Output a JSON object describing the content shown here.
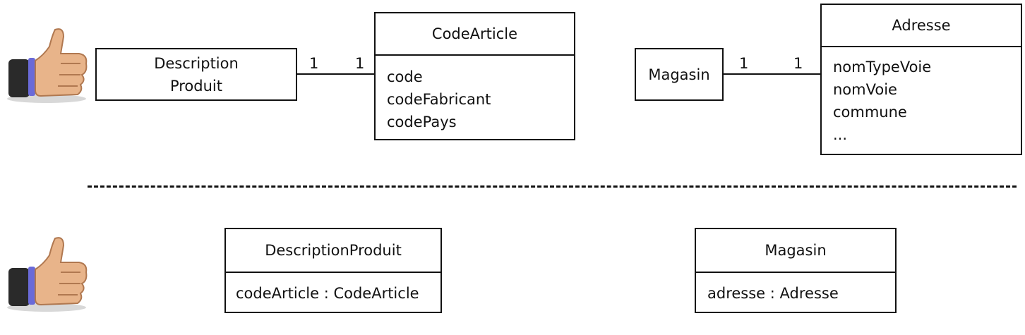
{
  "top": {
    "description_produit": {
      "lines": [
        "Description",
        "Produit"
      ]
    },
    "code_article": {
      "name": "CodeArticle",
      "attributes": [
        "code",
        "codeFabricant",
        "codePays"
      ]
    },
    "assoc_desc_code": {
      "left_mult": "1",
      "right_mult": "1"
    },
    "magasin": {
      "name": "Magasin"
    },
    "adresse": {
      "name": "Adresse",
      "attributes": [
        "nomTypeVoie",
        "nomVoie",
        "commune",
        "..."
      ]
    },
    "assoc_magasin_adresse": {
      "left_mult": "1",
      "right_mult": "1"
    }
  },
  "bottom": {
    "description_produit": {
      "name": "DescriptionProduit",
      "attributes": [
        "codeArticle : CodeArticle"
      ]
    },
    "magasin": {
      "name": "Magasin",
      "attributes": [
        "adresse : Adresse"
      ]
    }
  },
  "icons": {
    "thumbs_up": "thumbs-up-icon"
  }
}
